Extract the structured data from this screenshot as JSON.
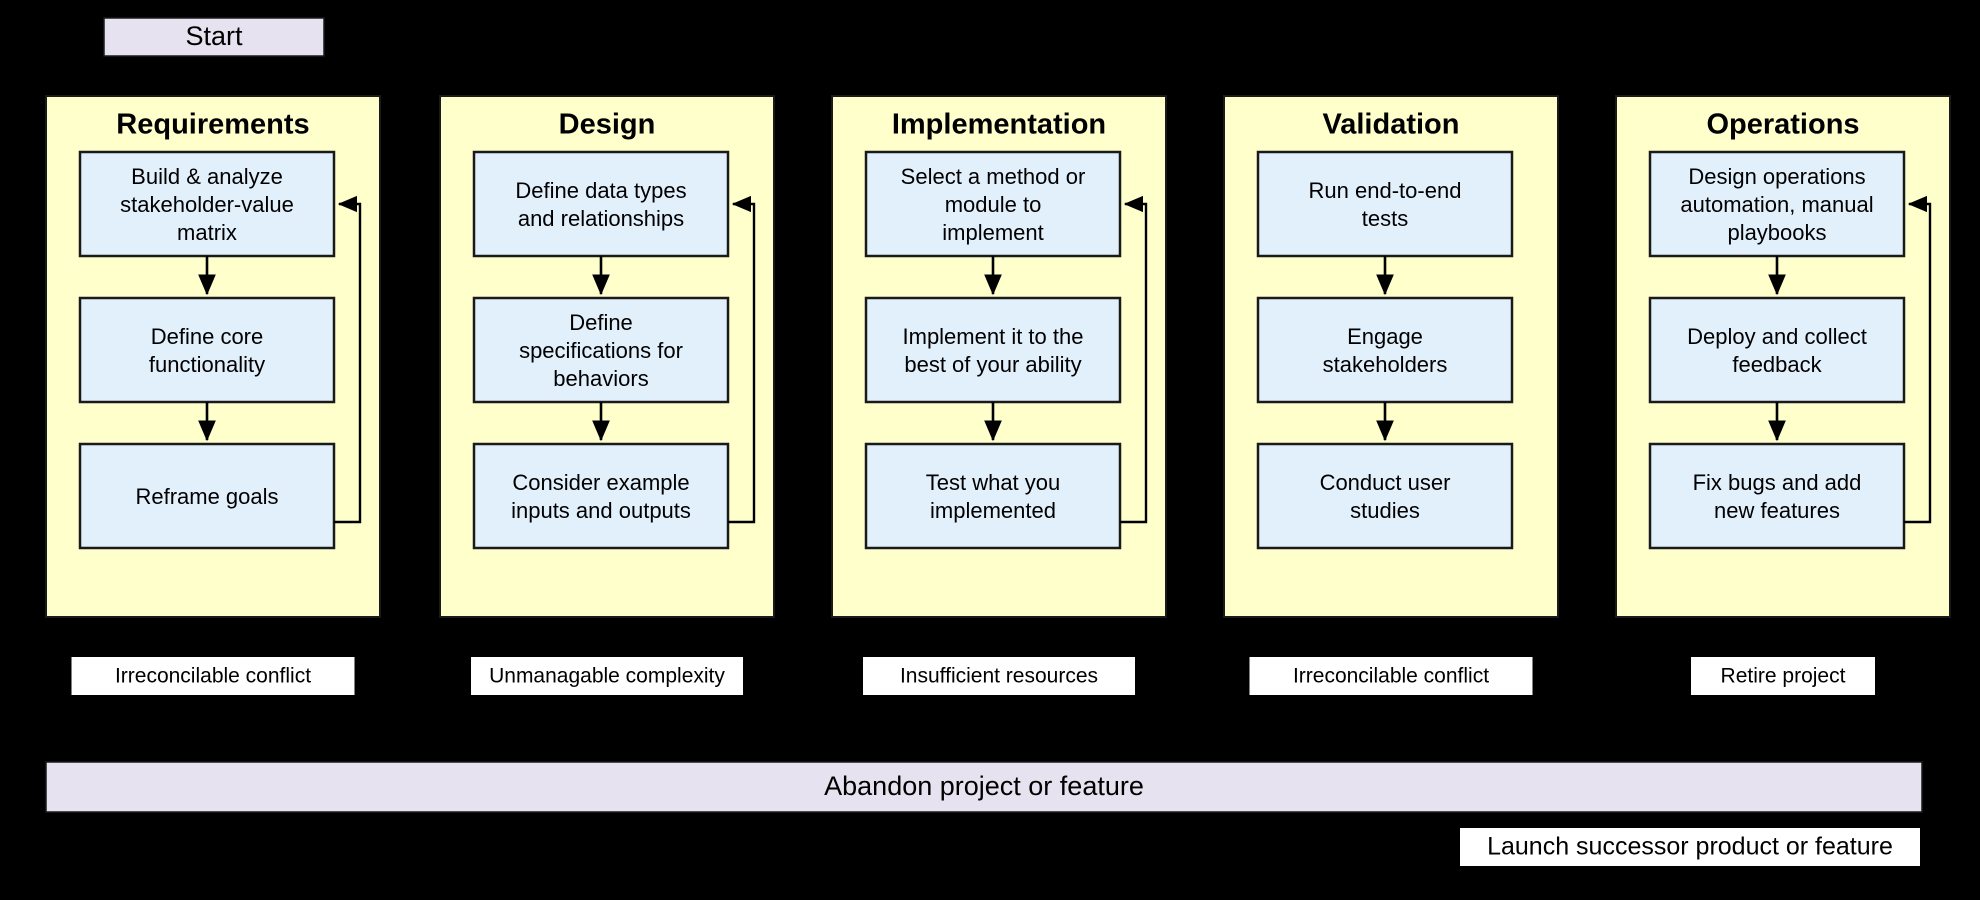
{
  "diagram": {
    "title_node": {
      "label": "Start",
      "fill": "#e7e2ef"
    },
    "colors": {
      "background": "#000000",
      "phase_panel": "#ffffcc",
      "step_box": "#e2f0fc",
      "terminal": "#e7e2ef",
      "exit_label": "#ffffff",
      "stroke": "#1a1a1a"
    },
    "phases": [
      {
        "name": "Requirements",
        "steps": [
          "Build & analyze\nstakeholder-value\nmatrix",
          "Define core\nfunctionality",
          "Reframe goals"
        ],
        "has_feedback_loop": true,
        "exit_label": "Irreconcilable conflict"
      },
      {
        "name": "Design",
        "steps": [
          "Define data types\nand relationships",
          "Define\nspecifications for\nbehaviors",
          "Consider example\ninputs and outputs"
        ],
        "has_feedback_loop": true,
        "exit_label": "Unmanagable complexity"
      },
      {
        "name": "Implementation",
        "steps": [
          "Select a method or\nmodule to\nimplement",
          "Implement it to the\nbest of your ability",
          "Test what you\nimplemented"
        ],
        "has_feedback_loop": true,
        "exit_label": "Insufficient resources"
      },
      {
        "name": "Validation",
        "steps": [
          "Run end-to-end\ntests",
          "Engage\nstakeholders",
          "Conduct user\nstudies"
        ],
        "has_feedback_loop": false,
        "exit_label": "Irreconcilable conflict"
      },
      {
        "name": "Operations",
        "steps": [
          "Design operations\nautomation, manual\nplaybooks",
          "Deploy and collect\nfeedback",
          "Fix bugs and add\nnew features"
        ],
        "has_feedback_loop": true,
        "exit_label": "Retire project"
      }
    ],
    "footer": {
      "abandon_label": "Abandon project or feature",
      "launch_label": "Launch successor product or feature"
    }
  }
}
